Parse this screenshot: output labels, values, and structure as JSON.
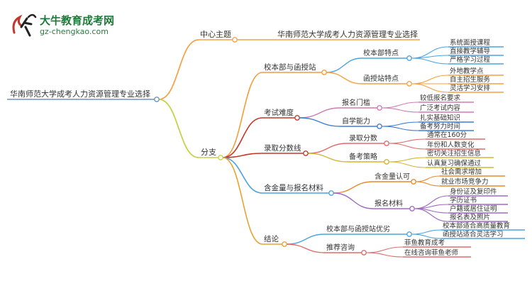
{
  "logo": {
    "site_name": "大牛教育成考网",
    "url": "gz-chengkao.com"
  },
  "colors": {
    "root_edge": "#6f93b8",
    "main_theme": "#f6a24a",
    "branch": "#c6d24a",
    "b1": "#f39c38",
    "b1a": "#4aa3df",
    "b1b": "#f4a142",
    "b2": "#c0392b",
    "b2a": "#d07ab3",
    "b2b": "#3b7dd8",
    "b3": "#c0392b",
    "b3a": "#e06a6a",
    "b3b": "#d6b52c",
    "b4": "#4aa3df",
    "b4a": "#e58a2a",
    "b4b": "#a06ac3",
    "b5": "#e8a230",
    "b5a": "#4aa3df",
    "b5b": "#e06a6a"
  },
  "mindmap": {
    "root": "华南师范大学成考人力资源管理专业选择",
    "main_topic": {
      "label": "中心主题",
      "child": "华南师范大学成考人力资源管理专业选择"
    },
    "branch": {
      "label": "分支",
      "children": [
        {
          "label": "校本部与函授站",
          "children": [
            {
              "label": "校本部特点",
              "children": [
                "系统面授课程",
                "直接教学辅导",
                "严格学习过程"
              ]
            },
            {
              "label": "函授站特点",
              "children": [
                "外地教学点",
                "自主招生服务",
                "灵活学习安排"
              ]
            }
          ]
        },
        {
          "label": "考试难度",
          "children": [
            {
              "label": "报名门槛",
              "children": [
                "较低报名要求",
                "广泛考试内容"
              ]
            },
            {
              "label": "自学能力",
              "children": [
                "扎实基础知识",
                "备考努力时间"
              ]
            }
          ]
        },
        {
          "label": "录取分数线",
          "children": [
            {
              "label": "录取分数",
              "children": [
                "通常在160分",
                "年份和人数变化"
              ]
            },
            {
              "label": "备考策略",
              "children": [
                "密切关注招生信息",
                "认真复习确保通过"
              ]
            }
          ]
        },
        {
          "label": "含金量与报名材料",
          "children": [
            {
              "label": "含金量认可",
              "children": [
                "社会需求增加",
                "就业市场竞争力"
              ]
            },
            {
              "label": "报名材料",
              "children": [
                "身份证及复印件",
                "学历证书",
                "户籍或居住证明",
                "报名表及照片"
              ]
            }
          ]
        },
        {
          "label": "结论",
          "children": [
            {
              "label": "校本部与函授站优劣",
              "children": [
                "校本部适合高质量教育",
                "函授站适合灵活学习"
              ]
            },
            {
              "label": "推荐咨询",
              "children": [
                "菲鱼教育成考",
                "在线咨询菲鱼老师"
              ]
            }
          ]
        }
      ]
    }
  }
}
